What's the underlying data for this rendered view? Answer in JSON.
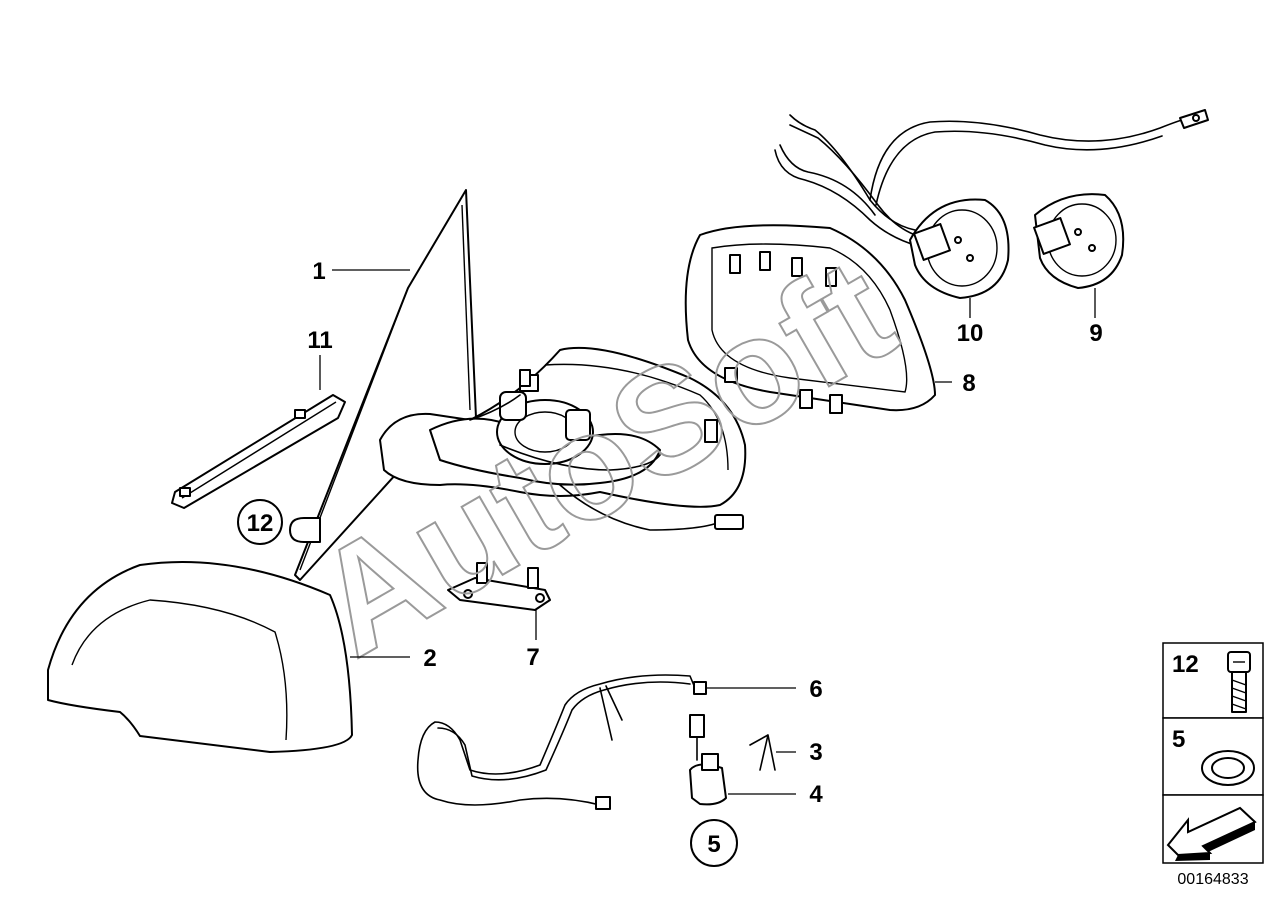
{
  "diagram": {
    "labels": {
      "l1": "1",
      "l2": "2",
      "l3": "3",
      "l4": "4",
      "l5": "5",
      "l6": "6",
      "l7": "7",
      "l8": "8",
      "l9": "9",
      "l10": "10",
      "l11": "11",
      "l12": "12"
    },
    "watermark": "AutoSoft",
    "legend": {
      "item_a": "12",
      "item_b": "5"
    },
    "document_number": "00164833"
  }
}
